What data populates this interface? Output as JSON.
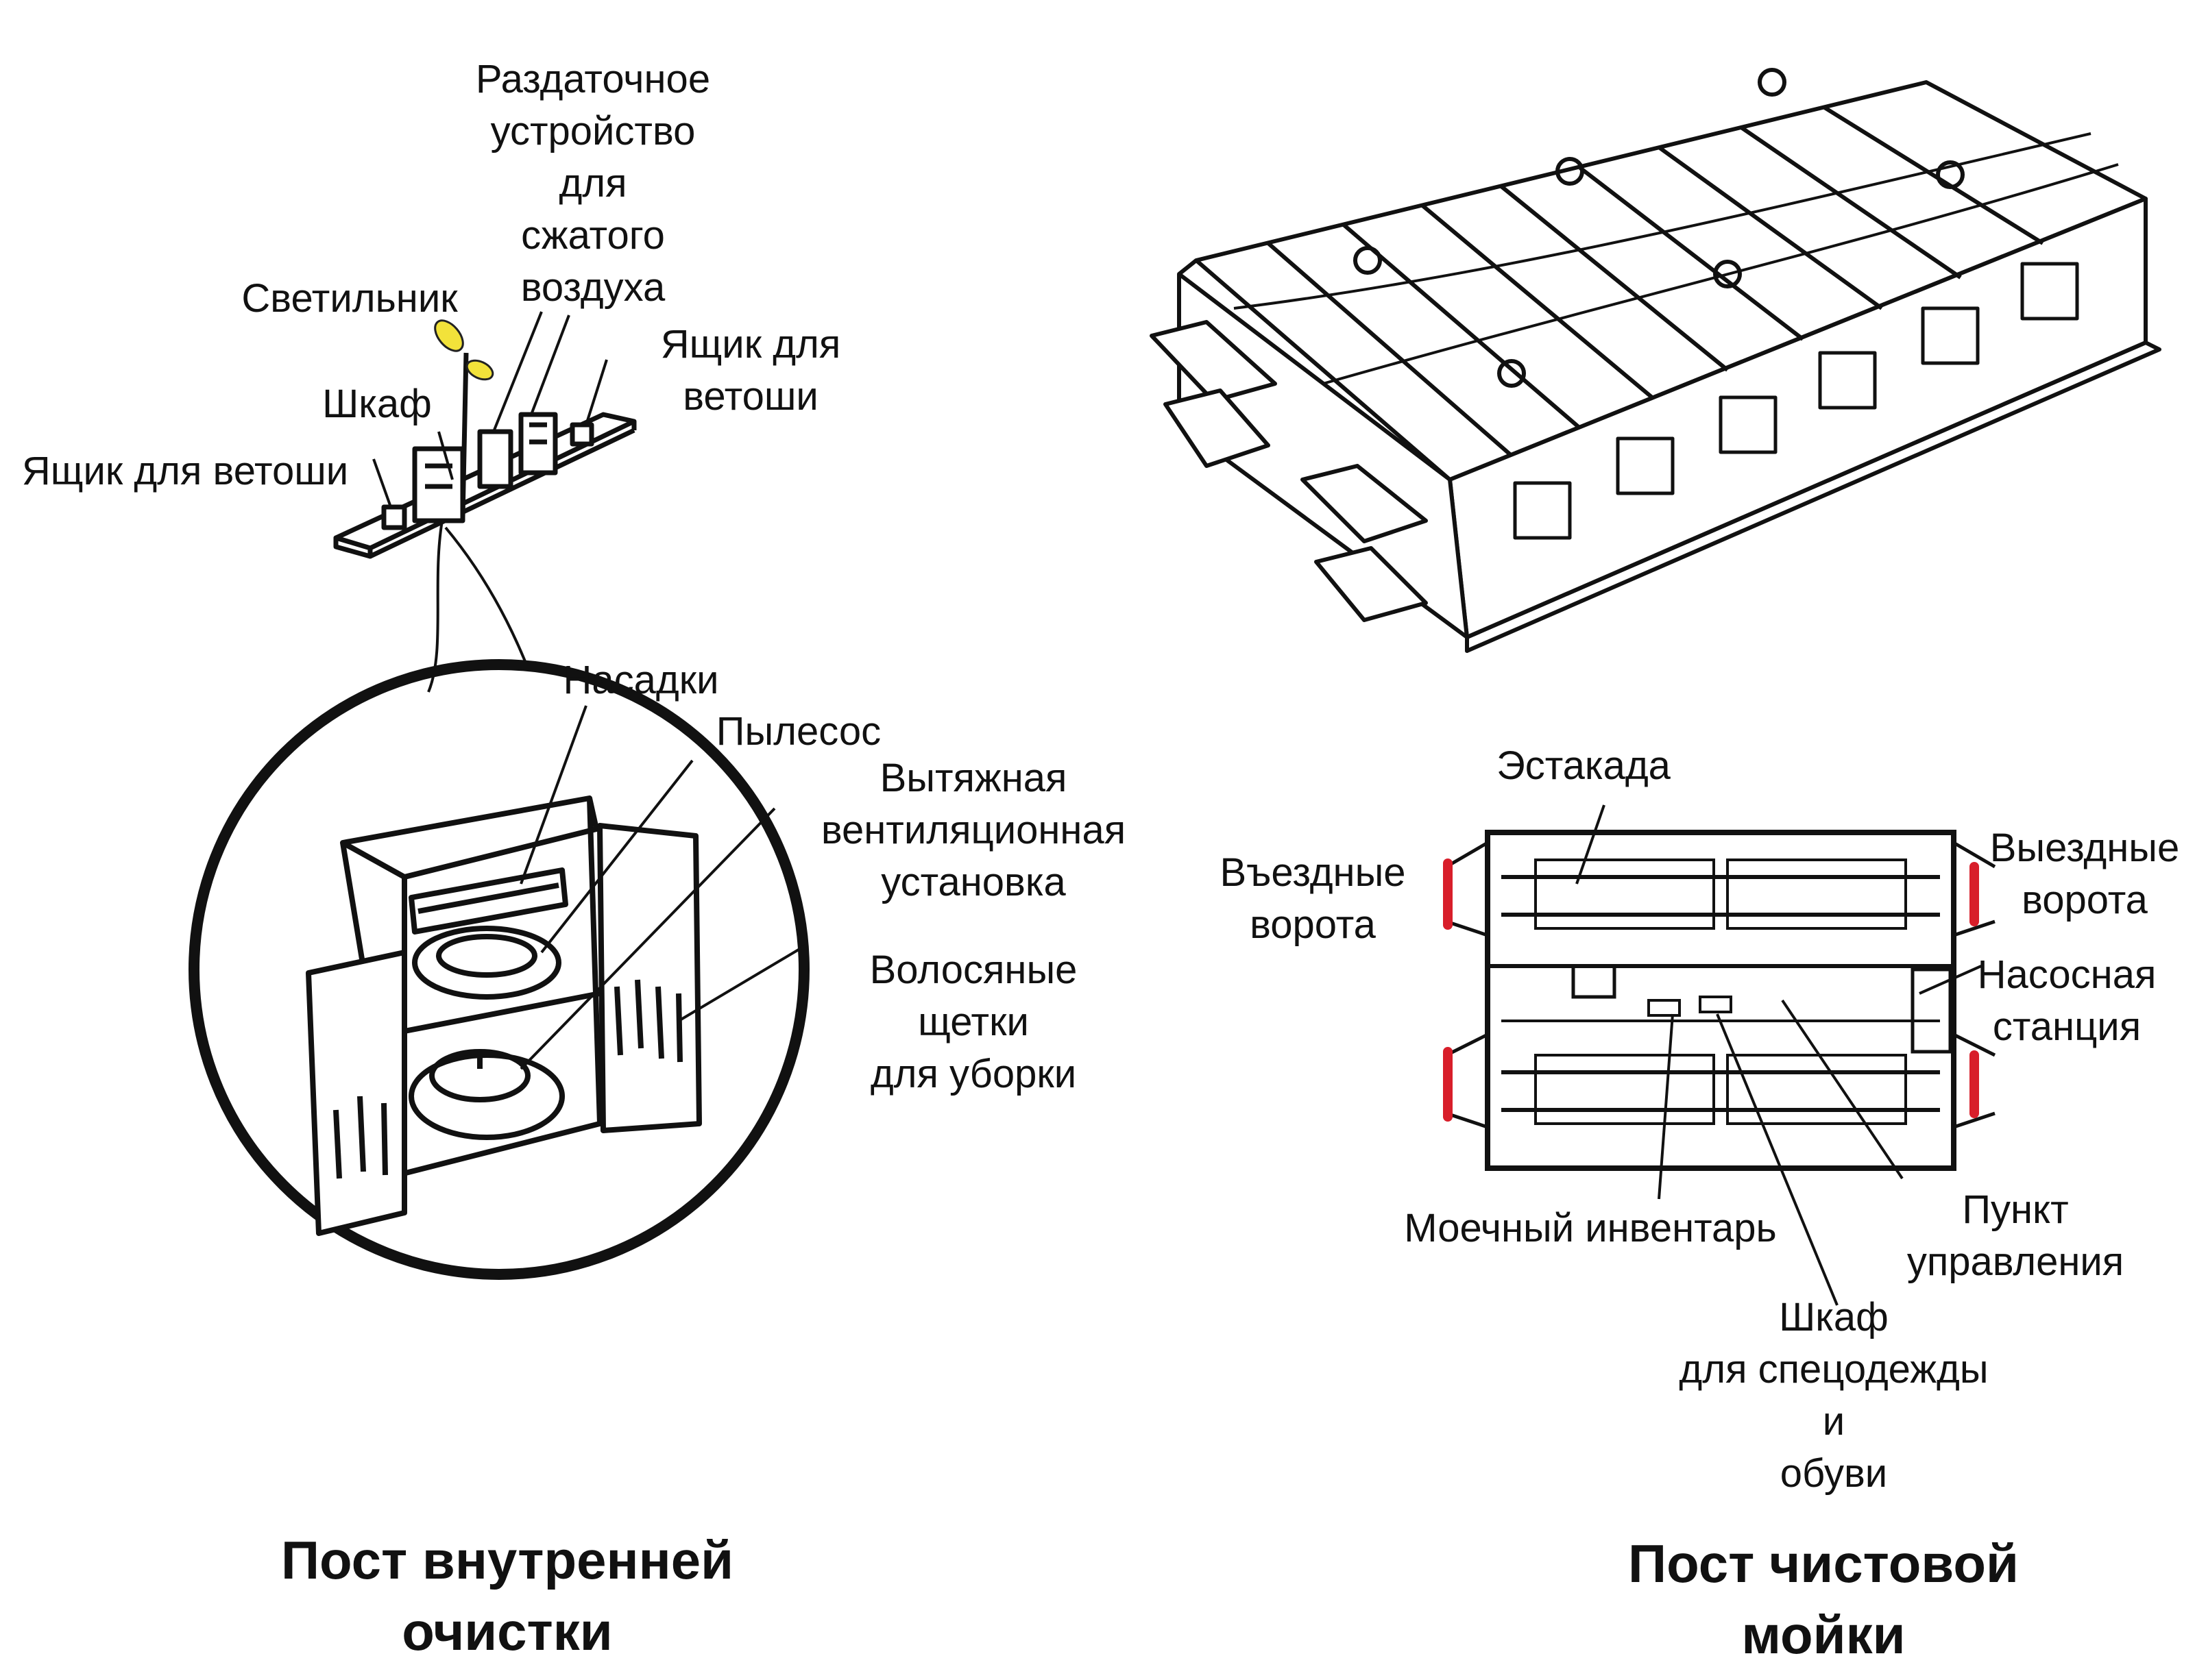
{
  "left_panel": {
    "title": "Пост внутренней\nочистки",
    "labels": {
      "compressed_air": "Раздаточное\nустройство\nдля\nсжатого\nвоздуха",
      "lamp": "Светильник",
      "cabinet": "Шкаф",
      "rag_box_left": "Ящик для ветоши",
      "rag_box_right": "Ящик для\nветоши",
      "nozzles": "Насадки",
      "vacuum": "Пылесос",
      "ventilation": "Вытяжная\nвентиляционная\nустановка",
      "brushes": "Волосяные\nщетки\nдля уборки"
    }
  },
  "right_panel": {
    "title": "Пост чистовой\nмойки",
    "labels": {
      "overpass": "Эстакада",
      "entry_gates": "Въездные\nворота",
      "exit_gates": "Выездные\nворота",
      "pump_station": "Насосная\nстанция",
      "washing_equipment": "Моечный инвентарь",
      "control_point": "Пункт\nуправления",
      "wardrobe": "Шкаф\nдля спецодежды\nи\nобуви"
    }
  },
  "colors": {
    "ink": "#111111",
    "gate": "#d81e2a",
    "lamp": "#f2e23a"
  }
}
